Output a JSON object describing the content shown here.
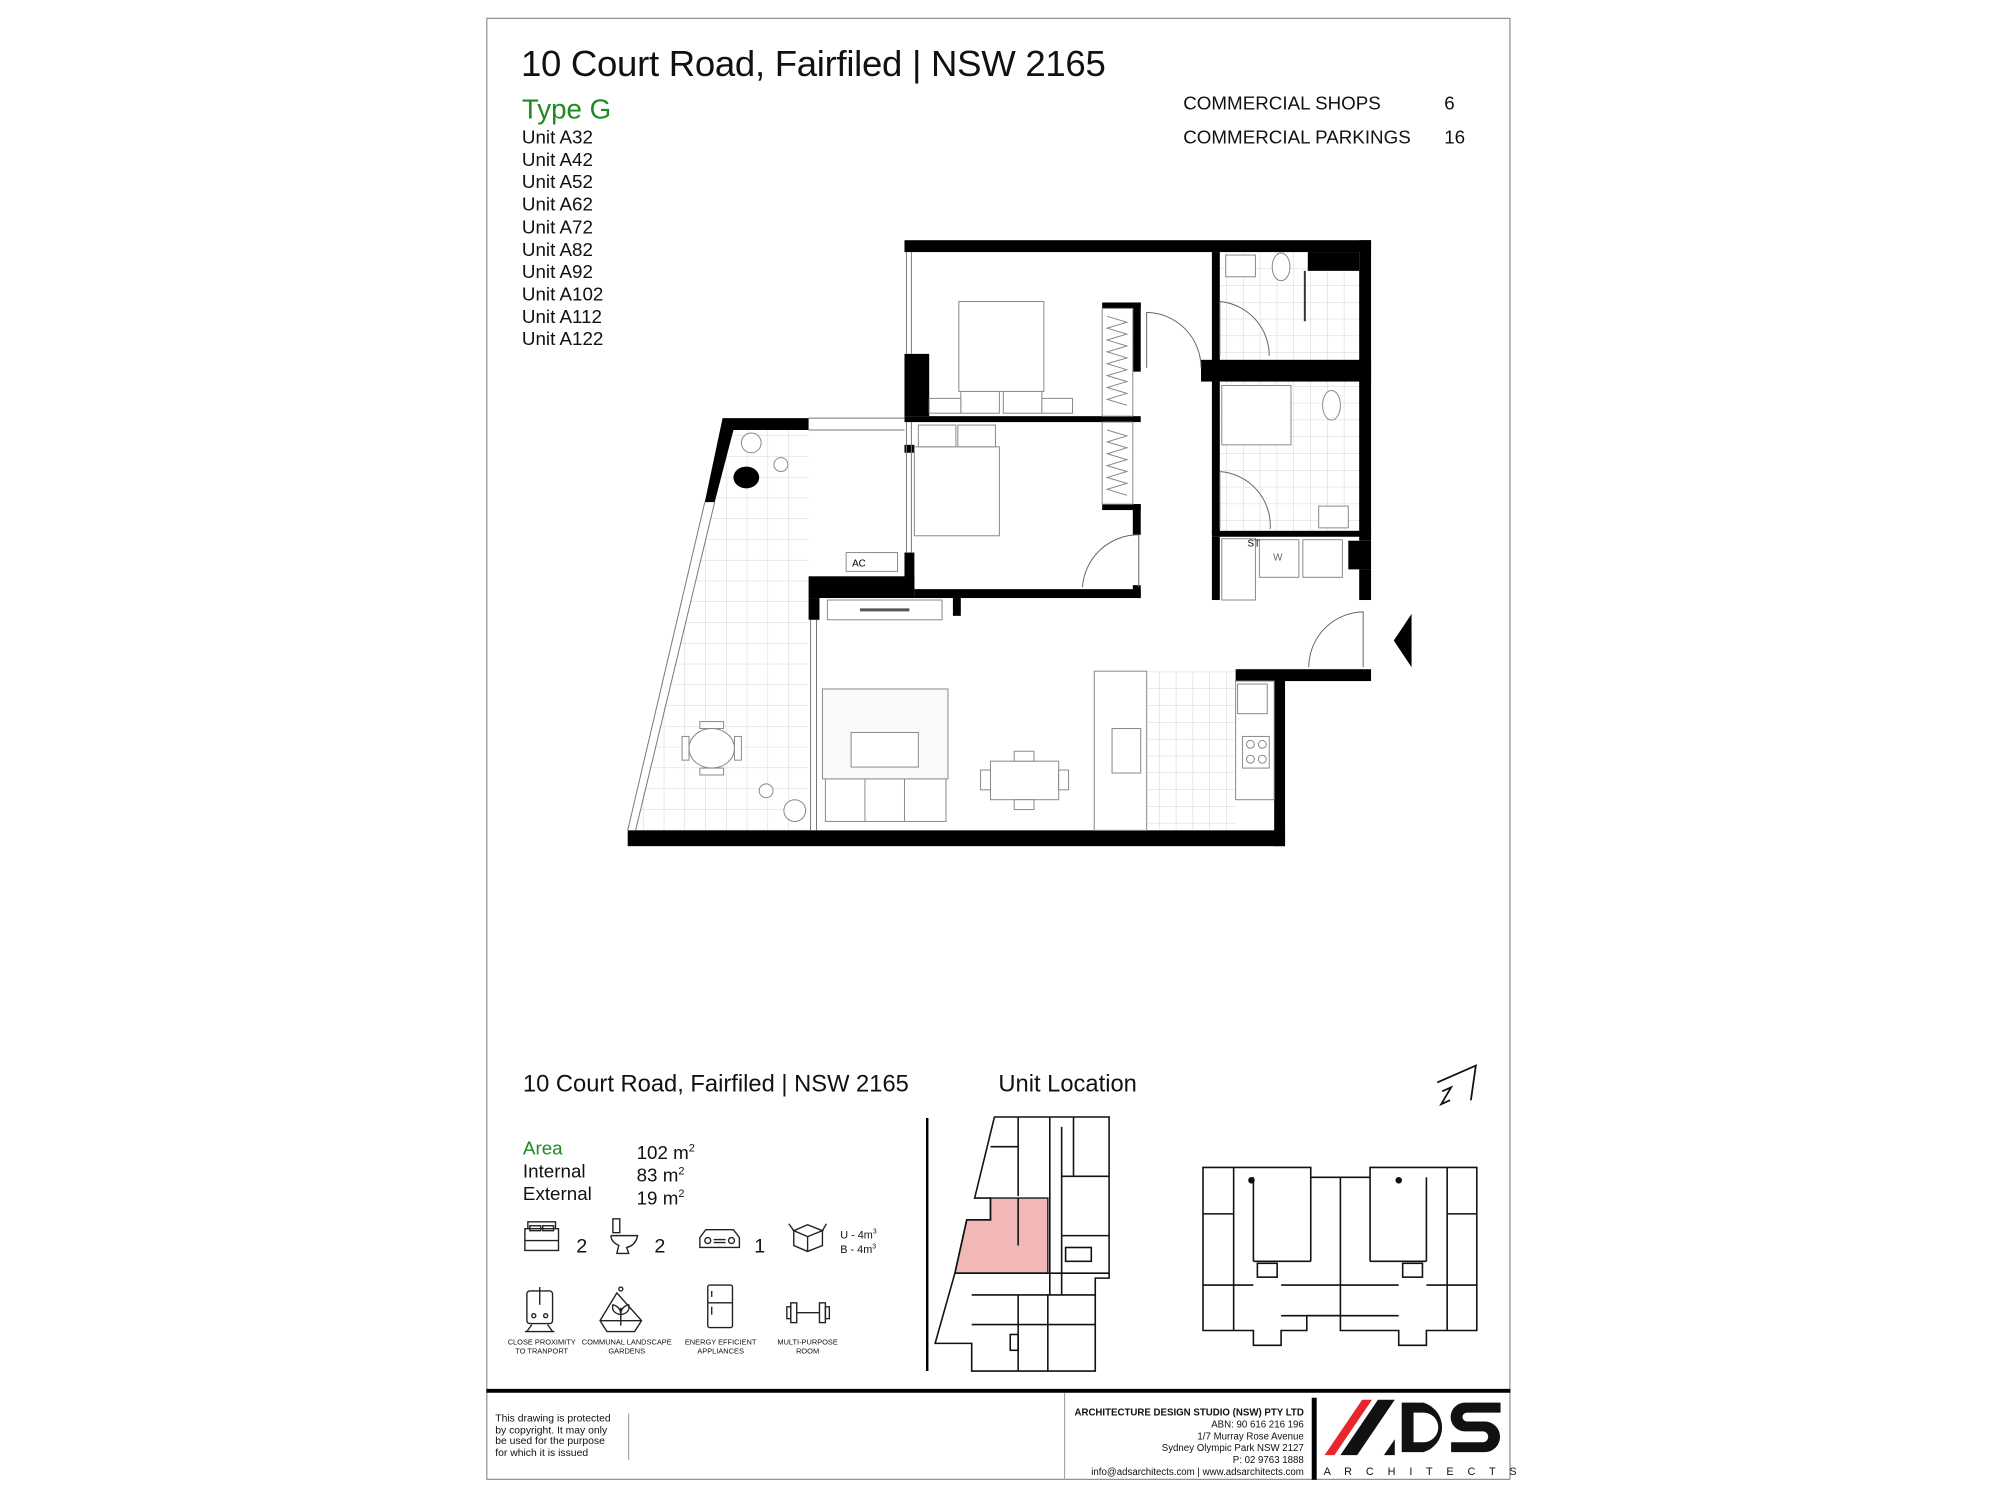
{
  "header": {
    "title": "10 Court Road, Fairfiled | NSW 2165",
    "type_label": "Type G",
    "units": [
      "Unit A32",
      "Unit A42",
      "Unit A52",
      "Unit A62",
      "Unit A72",
      "Unit A82",
      "Unit A92",
      "Unit A102",
      "Unit A112",
      "Unit A122"
    ]
  },
  "commercial": [
    {
      "label": "COMMERCIAL  SHOPS",
      "value": "6"
    },
    {
      "label": "COMMERCIAL PARKINGS",
      "value": "16"
    }
  ],
  "plan": {
    "ac_label": "AC",
    "storage_label": "ST",
    "washer_label": "W"
  },
  "details": {
    "title": "10 Court Road, Fairfiled | NSW 2165",
    "areas": [
      {
        "label": "Area",
        "value": "102 m",
        "sup": "2"
      },
      {
        "label": "Internal",
        "value": "83 m",
        "sup": "2"
      },
      {
        "label": "External",
        "value": "19 m",
        "sup": "2"
      }
    ],
    "features": {
      "bedrooms": "2",
      "bathrooms": "2",
      "car_spaces": "1",
      "storage": [
        {
          "text": "U - 4m",
          "sup": "3"
        },
        {
          "text": "B - 4m",
          "sup": "3"
        }
      ]
    },
    "amenities": [
      {
        "icon": "train-icon",
        "label": "CLOSE PROXIMITY\nTO TRANPORT"
      },
      {
        "icon": "garden-icon",
        "label": "COMMUNAL LANDSCAPE\nGARDENS"
      },
      {
        "icon": "fridge-icon",
        "label": "ENERGY EFFICIENT\nAPPLIANCES"
      },
      {
        "icon": "dumbbell-icon",
        "label": "MULTI-PURPOSE\nROOM"
      }
    ]
  },
  "location": {
    "title": "Unit Location",
    "highlight_color": "#f2b8b8"
  },
  "footer": {
    "copyright": "This drawing is protected\nby copyright. It may only\nbe used for the purpose\nfor which it is issued",
    "company": "ARCHITECTURE DESIGN STUDIO (NSW) PTY LTD",
    "abn": "ABN:  90  616  216  196",
    "address1": "1/7 Murray Rose Avenue",
    "address2": "Sydney Olympic Park NSW 2127",
    "phone": "P: 02 9763 1888",
    "web": "info@adsarchitects.com | www.adsarchitects.com",
    "logo_text": "ADS",
    "logo_sub": "A R C H I T E C T S",
    "logo_colors": {
      "accent": "#e8262b",
      "dark": "#111111"
    }
  }
}
